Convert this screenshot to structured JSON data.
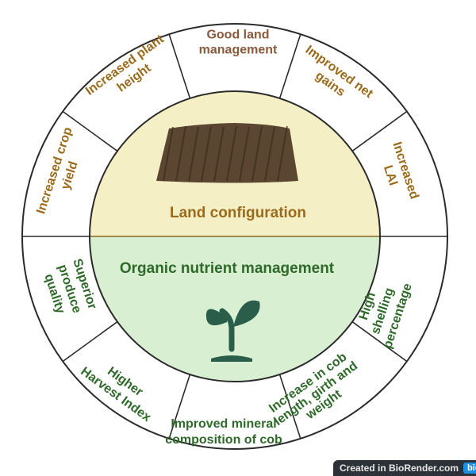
{
  "diagram": {
    "center_top_label": "Land configuration",
    "center_bottom_label": "Organic nutrient management",
    "segments": [
      {
        "lines": [
          "Good land",
          "management"
        ],
        "color": "#8a5a3c"
      },
      {
        "lines": [
          "Improved net",
          "gains"
        ],
        "color": "#9a6b1c"
      },
      {
        "lines": [
          "Increased",
          "LAI"
        ],
        "color": "#9a6b1c"
      },
      {
        "lines": [
          "High",
          "shelling",
          "percentage"
        ],
        "color": "#2f6a2a"
      },
      {
        "lines": [
          "Increase in cob",
          "length, girth and",
          "weight"
        ],
        "color": "#2f6a2a"
      },
      {
        "lines": [
          "Improved mineral",
          "composition of cob"
        ],
        "color": "#2f6a2a"
      },
      {
        "lines": [
          "Higher",
          "Harvest Index"
        ],
        "color": "#2f6a2a"
      },
      {
        "lines": [
          "Superior",
          "produce",
          "quality"
        ],
        "color": "#2f6a2a"
      },
      {
        "lines": [
          "Increased crop",
          "yield"
        ],
        "color": "#9a6b1c"
      },
      {
        "lines": [
          "Increased plant",
          "height"
        ],
        "color": "#9a6b1c"
      }
    ],
    "colors": {
      "outline": "#2b2b2b",
      "ring_fill": "#ffffff",
      "top_fill": "#f5efc6",
      "bottom_fill": "#d8efd2",
      "divider": "#a08a4a",
      "center_top_text": "#9a6b1c",
      "center_bottom_text": "#2f6a2a",
      "plant": "#2a5e4a",
      "soil": "#5a4631"
    },
    "icons": [
      "soil-ridges-icon",
      "seedling-icon"
    ]
  },
  "watermark": {
    "text": "Created in BioRender.com",
    "badge": "bio"
  }
}
